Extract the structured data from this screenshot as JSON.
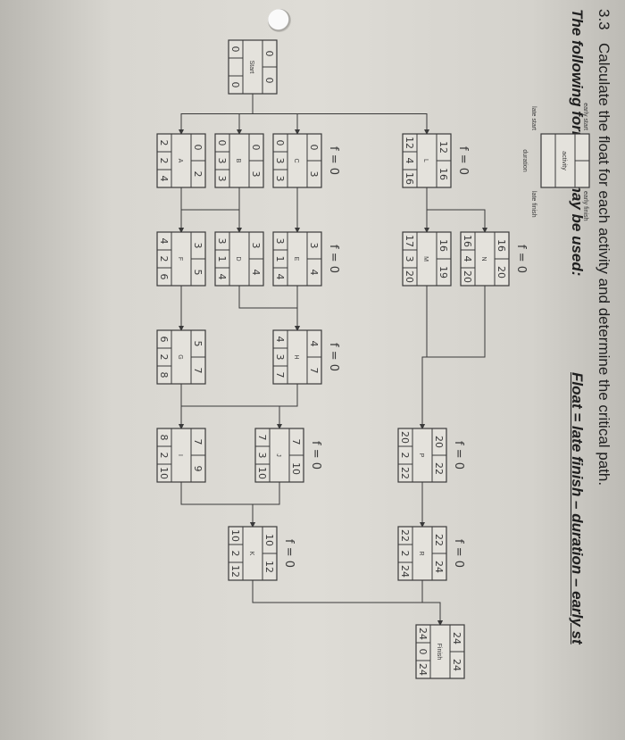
{
  "header": {
    "question_number": "3.3",
    "question_text": "Calculate the float for each activity and determine the critical path.",
    "formula_lead": "The following formulae may be used:",
    "formula_text": "Float = late finish – duration – early st"
  },
  "legend": {
    "center_label": "activity",
    "duration_label": "duration",
    "early_start_label": "early start",
    "early_finish_label": "early finish",
    "late_start_label": "late start",
    "late_finish_label": "late finish"
  },
  "nodes": [
    {
      "id": "start",
      "label": "Start",
      "es": "0",
      "ef": "0",
      "ls": "0",
      "dur": "",
      "lf": "0"
    },
    {
      "id": "A",
      "label": "A",
      "es": "0",
      "ef": "2",
      "ls": "2",
      "dur": "2",
      "lf": "4"
    },
    {
      "id": "B",
      "label": "B",
      "es": "0",
      "ef": "3",
      "ls": "0",
      "dur": "3",
      "lf": "3"
    },
    {
      "id": "C",
      "label": "C",
      "es": "0",
      "ef": "3",
      "ls": "0",
      "dur": "3",
      "lf": "3"
    },
    {
      "id": "L",
      "label": "L",
      "es": "12",
      "ef": "16",
      "ls": "12",
      "dur": "4",
      "lf": "16"
    },
    {
      "id": "F",
      "label": "F",
      "es": "3",
      "ef": "5",
      "ls": "4",
      "dur": "2",
      "lf": "6"
    },
    {
      "id": "D",
      "label": "D",
      "es": "3",
      "ef": "4",
      "ls": "3",
      "dur": "1",
      "lf": "4"
    },
    {
      "id": "E",
      "label": "E",
      "es": "3",
      "ef": "4",
      "ls": "3",
      "dur": "1",
      "lf": "4"
    },
    {
      "id": "M",
      "label": "M",
      "es": "16",
      "ef": "19",
      "ls": "17",
      "dur": "3",
      "lf": "20"
    },
    {
      "id": "N",
      "label": "N",
      "es": "16",
      "ef": "20",
      "ls": "16",
      "dur": "4",
      "lf": "20"
    },
    {
      "id": "G",
      "label": "G",
      "es": "5",
      "ef": "7",
      "ls": "6",
      "dur": "2",
      "lf": "8"
    },
    {
      "id": "H",
      "label": "H",
      "es": "4",
      "ef": "7",
      "ls": "4",
      "dur": "3",
      "lf": "7"
    },
    {
      "id": "I",
      "label": "I",
      "es": "7",
      "ef": "9",
      "ls": "8",
      "dur": "2",
      "lf": "10"
    },
    {
      "id": "J",
      "label": "J",
      "es": "7",
      "ef": "10",
      "ls": "7",
      "dur": "3",
      "lf": "10"
    },
    {
      "id": "P",
      "label": "P",
      "es": "20",
      "ef": "22",
      "ls": "20",
      "dur": "2",
      "lf": "22"
    },
    {
      "id": "K",
      "label": "K",
      "es": "10",
      "ef": "12",
      "ls": "10",
      "dur": "2",
      "lf": "12"
    },
    {
      "id": "R",
      "label": "R",
      "es": "22",
      "ef": "24",
      "ls": "22",
      "dur": "2",
      "lf": "24"
    },
    {
      "id": "finish",
      "label": "Finish",
      "es": "24",
      "ef": "24",
      "ls": "24",
      "dur": "0",
      "lf": "24"
    }
  ],
  "float_notes": [
    {
      "id": "C",
      "text": "f = 0"
    },
    {
      "id": "E",
      "text": "f = 0"
    },
    {
      "id": "L",
      "text": "f = 0"
    },
    {
      "id": "N",
      "text": "f = 0"
    },
    {
      "id": "H",
      "text": "f = 0"
    },
    {
      "id": "J",
      "text": "f = 0"
    },
    {
      "id": "P",
      "text": "f = 0"
    },
    {
      "id": "K",
      "text": "f = 0"
    },
    {
      "id": "R",
      "text": "f = 0"
    }
  ],
  "style": {
    "ink": "#3a3a3a",
    "paper": "#dedcd6",
    "handwriting": "#3a3a3a"
  }
}
